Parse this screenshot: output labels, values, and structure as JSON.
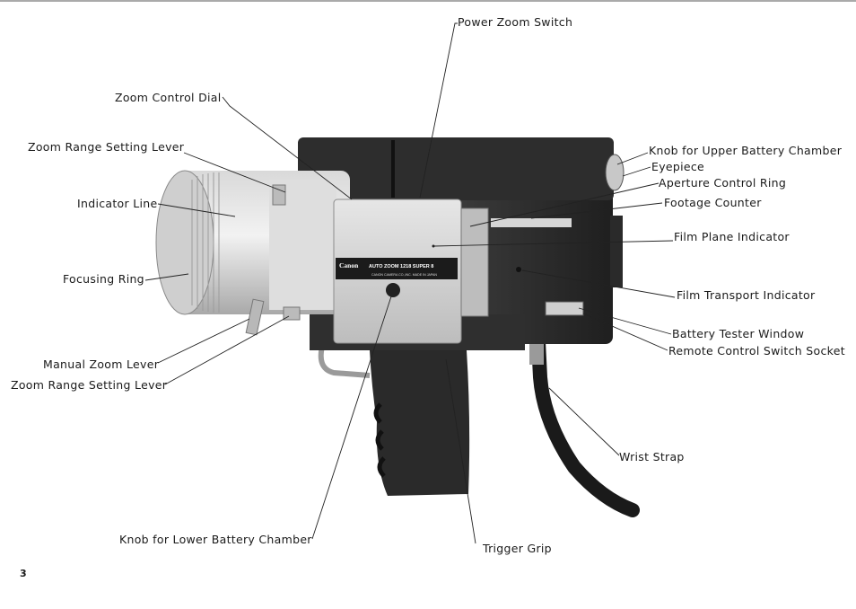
{
  "page": {
    "number": "3"
  },
  "labels": {
    "power_zoom_switch": "Power Zoom Switch",
    "zoom_control_dial": "Zoom Control Dial",
    "zoom_range_setting_lever_top": "Zoom Range Setting Lever",
    "indicator_line": "Indicator Line",
    "focusing_ring": "Focusing Ring",
    "manual_zoom_lever": "Manual Zoom Lever",
    "zoom_range_setting_lever_bottom": "Zoom Range Setting Lever",
    "knob_upper_battery": "Knob for Upper Battery Chamber",
    "eyepiece": "Eyepiece",
    "aperture_control_ring": "Aperture Control Ring",
    "footage_counter": "Footage Counter",
    "film_plane_indicator": "Film Plane Indicator",
    "film_transport_indicator": "Film Transport Indicator",
    "battery_tester_window": "Battery Tester Window",
    "remote_control_socket": "Remote Control Switch Socket",
    "wrist_strap": "Wrist Strap",
    "knob_lower_battery": "Knob for Lower Battery Chamber",
    "trigger_grip": "Trigger Grip"
  },
  "camera_plate": {
    "brand": "Canon",
    "model": "AUTO ZOOM 1218 SUPER 8",
    "maker": "CANON CAMERA CO.,INC.  MADE IN JAPAN"
  }
}
